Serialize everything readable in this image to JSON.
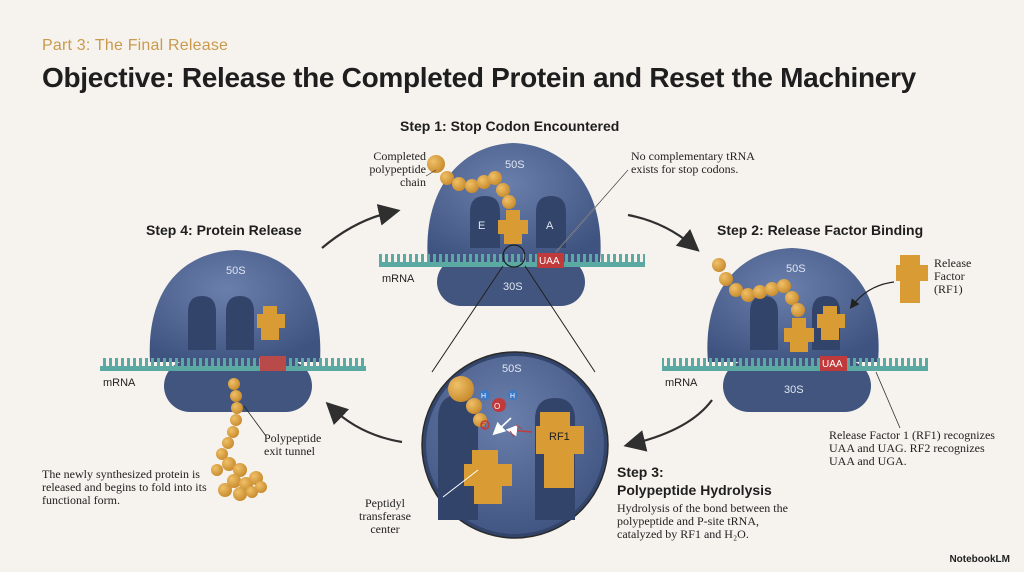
{
  "header": {
    "eyebrow": "Part 3: The Final Release",
    "title": "Objective: Release the Completed Protein and Reset the Machinery"
  },
  "steps": {
    "step1": {
      "title": "Step 1: Stop Codon Encountered",
      "label_50s": "50S",
      "label_30s": "30S",
      "label_e": "E",
      "label_a": "A",
      "codon": "UAA",
      "mrna": "mRNA",
      "note_chain": "Completed polypeptide chain",
      "note_trna": "No complementary tRNA exists for stop codons."
    },
    "step2": {
      "title": "Step 2: Release Factor Binding",
      "label_50s": "50S",
      "label_30s": "30S",
      "codon": "UAA",
      "mrna": "mRNA",
      "note_rf": "Release Factor (RF1)",
      "note_rf_detail": "Release Factor 1 (RF1) recognizes UAA and UAG. RF2 recognizes UAA and UGA."
    },
    "step3": {
      "title_line1": "Step 3:",
      "title_line2": "Polypeptide Hydrolysis",
      "label_50s": "50S",
      "rf1": "RF1",
      "water_h": "H",
      "water_o": "O",
      "bond_o": "O",
      "note_ptc": "Peptidyl transferase center",
      "description": "Hydrolysis of the bond between the polypeptide and P-site tRNA, catalyzed by RF1 and H₂O."
    },
    "step4": {
      "title": "Step 4: Protein Release",
      "label_50s": "50S",
      "mrna": "mRNA",
      "note_tunnel": "Polypeptide exit tunnel",
      "note_release": "The newly synthesized protein is released and begins to fold into its functional form."
    }
  },
  "branding": {
    "logo": "NotebookLM"
  },
  "colors": {
    "background": "#f6f3ee",
    "ribosome": "#4d6390",
    "ribosome_dark": "#3a4c74",
    "mrna": "#5aa9a3",
    "trna": "#d99b34",
    "stop_codon": "#c0393b",
    "eyebrow": "#c99a4c"
  }
}
